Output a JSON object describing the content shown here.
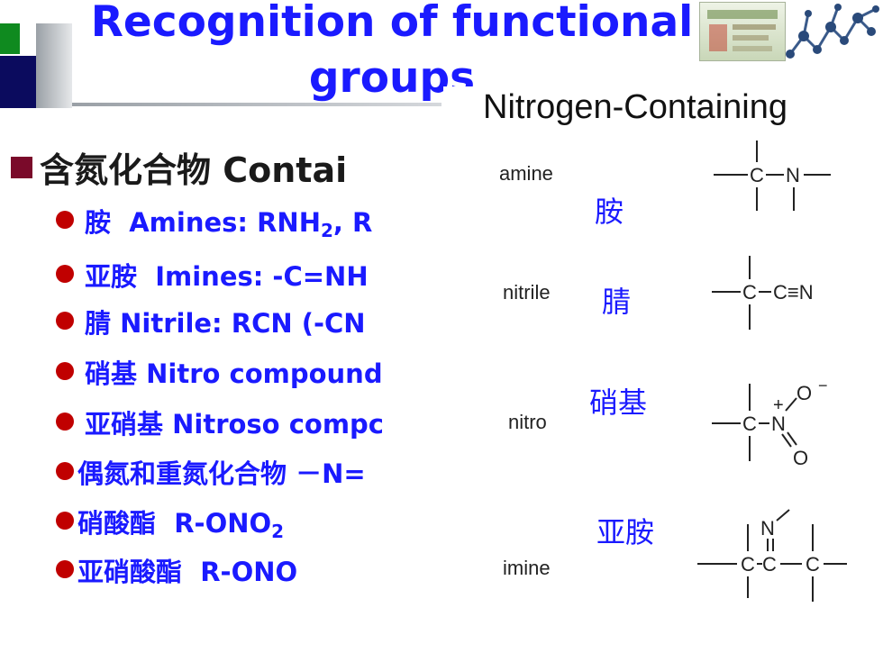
{
  "title": {
    "line1": "Recognition of functional",
    "line2": "groups"
  },
  "main_bullet": "含氮化合物 Contai",
  "items": [
    {
      "cn": "胺",
      "en": "Amines: RNH",
      "sub": "2",
      "tail": ", R"
    },
    {
      "cn": "亚胺",
      "en": "Imines: -C=NH",
      "sub": "",
      "tail": ""
    },
    {
      "cn": "腈",
      "en": "Nitrile: RCN (-CN",
      "sub": "",
      "tail": ""
    },
    {
      "cn": "硝基",
      "en": "Nitro compound",
      "sub": "",
      "tail": ""
    },
    {
      "cn": "亚硝基",
      "en": "Nitroso compc",
      "sub": "",
      "tail": ""
    },
    {
      "cn": "偶氮和重氮化合物",
      "en": "－N=",
      "sub": "",
      "tail": ""
    },
    {
      "cn": "硝酸酯",
      "en": "R-ONO",
      "sub": "2",
      "tail": ""
    },
    {
      "cn": "亚硝酸酯",
      "en": "R-ONO",
      "sub": "",
      "tail": ""
    }
  ],
  "panel": {
    "title": "Nitrogen-Containing",
    "groups": [
      {
        "label": "amine",
        "cn": "胺"
      },
      {
        "label": "nitrile",
        "cn": "腈"
      },
      {
        "label": "nitro",
        "cn": "硝基"
      },
      {
        "label": "imine",
        "cn": "亚胺"
      }
    ],
    "atoms": {
      "C": "C",
      "N": "N",
      "O": "O",
      "CN": "C≡N",
      "plus": "+",
      "minus": "−"
    }
  },
  "colors": {
    "title": "#1a1aff",
    "list_text": "#1a1aff",
    "bullet_dot": "#c00000",
    "square_bullet": "#7a0a2a",
    "accent_green": "#0f8a1f",
    "accent_navy": "#0b0b5e"
  }
}
